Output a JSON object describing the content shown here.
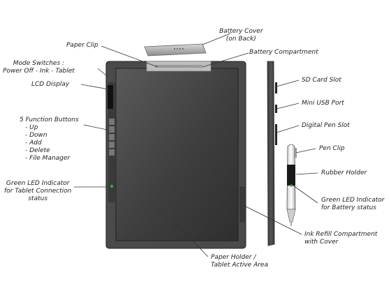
{
  "labels": {
    "battery_cover": [
      "Battery Cover",
      "(on Back)"
    ],
    "battery_compartment": [
      "Battery Compartment"
    ],
    "paper_clip": [
      "Paper Clip"
    ],
    "mode_switches": [
      "Mode Switches :",
      "Power Off - Ink - Tablet"
    ],
    "lcd_display": [
      "LCD Display"
    ],
    "function_buttons": [
      "5 Function Buttons",
      "- Up",
      "- Down",
      "- Add",
      "- Delete",
      "- File Manager"
    ],
    "green_led_tablet": [
      "Green LED Indicator",
      "for Tablet Connection",
      "status"
    ],
    "sd_card_slot": [
      "SD Card Slot"
    ],
    "mini_usb_port": [
      "Mini USB Port"
    ],
    "digital_pen_slot": [
      "Digital Pen Slot"
    ],
    "pen_clip": [
      "Pen Clip"
    ],
    "rubber_holder": [
      "Rubber Holder"
    ],
    "green_led_battery": [
      "Green LED Indicator",
      "for Battery status"
    ],
    "ink_refill": [
      "Ink Refill Compartment",
      "with Cover"
    ],
    "paper_holder": [
      "Paper Holder /",
      "Tablet Active Area"
    ]
  },
  "colors": {
    "device_body": "#4a4a4a",
    "active_area": "#3d3d3d",
    "led": "#3fa34d"
  }
}
